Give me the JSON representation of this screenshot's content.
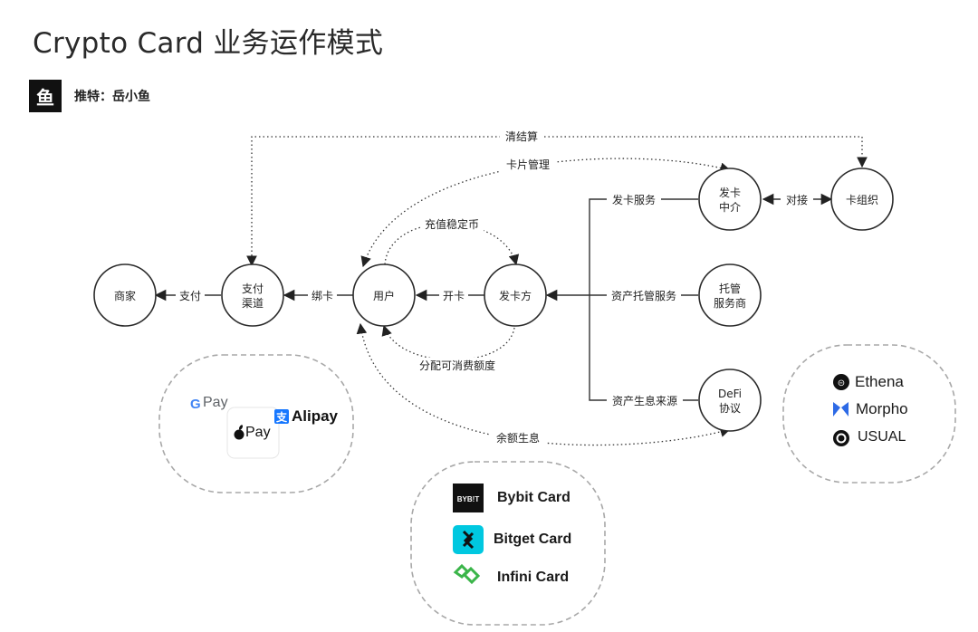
{
  "title": "Crypto Card 业务运作模式",
  "author": {
    "logo_char": "鱼",
    "label": "推特：岳小鱼"
  },
  "nodes": {
    "merchant": "商家",
    "pay_channel": [
      "支付",
      "渠道"
    ],
    "user": "用户",
    "issuer": "发卡方",
    "intermediary": [
      "发卡",
      "中介"
    ],
    "card_org": "卡组织",
    "custody": [
      "托管",
      "服务商"
    ],
    "defi": [
      "DeFi",
      "协议"
    ]
  },
  "edges": {
    "clearing": "清结算",
    "card_mgmt": "卡片管理",
    "docking": "对接",
    "issuing_service": "发卡服务",
    "recharge": "充值稳定币",
    "pay": "支付",
    "bind": "绑卡",
    "open": "开卡",
    "custody_service": "资产托管服务",
    "quota": "分配可消费额度",
    "yield_source": "资产生息来源",
    "balance_yield": "余额生息"
  },
  "pay_examples": {
    "google": "Pay",
    "apple": "Pay",
    "alipay": "Alipay"
  },
  "card_examples": [
    {
      "name": "Bybit Card",
      "logo_text": "BYB!T",
      "icon": "bybit-logo"
    },
    {
      "name": "Bitget Card",
      "icon": "bitget-logo"
    },
    {
      "name": "Infini Card",
      "icon": "infini-logo"
    }
  ],
  "defi_examples": [
    {
      "name": "Ethena",
      "icon": "ethena-logo"
    },
    {
      "name": "Morpho",
      "icon": "morpho-logo"
    },
    {
      "name": "USUAL",
      "icon": "usual-logo"
    }
  ],
  "colors": {
    "node_stroke": "#2b2b2b",
    "group_stroke": "#a8a8a8",
    "bitget": "#00c8e0",
    "infini": "#3bb54a",
    "morpho": "#2d6ae6"
  }
}
